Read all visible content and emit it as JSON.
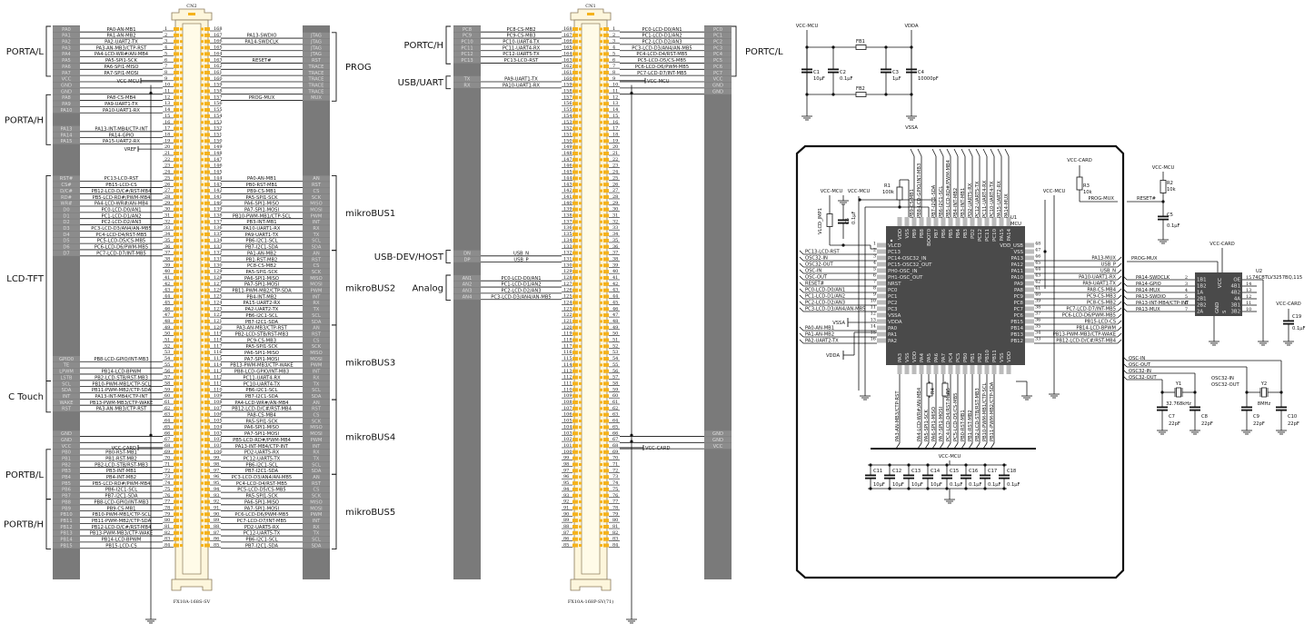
{
  "cn2": {
    "title": "CN2",
    "part": "FX10A-168S-SV",
    "left_headers": [
      "PA0",
      "PA1",
      "PA2",
      "PA3",
      "PA4",
      "PA5",
      "PA6",
      "PA7",
      "VCC",
      "GND",
      "GND",
      "PA8",
      "PA9",
      "PA10",
      "",
      "",
      "PA13",
      "PA14",
      "PA15",
      "",
      "",
      "",
      "",
      "",
      "RST#",
      "CS#",
      "D/C#",
      "RD#",
      "WR#",
      "D0",
      "D1",
      "D2",
      "D3",
      "D4",
      "D5",
      "D6",
      "D7",
      "",
      "",
      "",
      "",
      "",
      "",
      "",
      "",
      "",
      "",
      "",
      "",
      "",
      "",
      "",
      "",
      "GPIO0",
      "TE",
      "LPWM",
      "LSTB",
      "SCL",
      "SDA",
      "INT",
      "WAKE",
      "RST",
      "",
      "",
      "",
      "GND",
      "GND",
      "VCC",
      "PB0",
      "PB1",
      "PB2",
      "PB3",
      "PB4",
      "PB5",
      "PB6",
      "PB7",
      "PB8",
      "PB9",
      "PB10",
      "PB11",
      "PB12",
      "PB13",
      "PB14",
      "PB15"
    ],
    "left_signals": [
      "PA0-AN-MB1",
      "PA1-AN-MB2",
      "PA2-UART2-TX",
      "PA3-AN-MB3/CTP-RST",
      "PA4-LCD-WR#/AN-MB4",
      "PA5-SPI1-SCK",
      "PA6-SPI1-MISO",
      "PA7-SPI1-MOSI",
      "",
      "",
      "",
      "PA8-CS-MB4",
      "PA9-UART1-TX",
      "PA10-UART1-RX",
      "",
      "",
      "PA13-INT-MB4/CTP-INT",
      "PA14-GPIO",
      "PA15-UART2-RX",
      "",
      "",
      "",
      "",
      "",
      "PC13-LCD-RST",
      "PB15-LCD-CS",
      "PB12-LCD-D/C#/RST-MB4",
      "PB5-LCD-RD#/PWM-MB4",
      "PA4-LCD-WR#/AN-MB4",
      "PC0-LCD-D0/AN1",
      "PC1-LCD-D1/AN2",
      "PC2-LCD-D2/AN3",
      "PC3-LCD-D3/AN4/AN-MB5",
      "PC4-LCD-D4/RST-MB5",
      "PC5-LCD-D5/CS-MB5",
      "PC6-LCD-D6/PWM-MB5",
      "PC7-LCD-D7/INT-MB5",
      "",
      "",
      "",
      "",
      "",
      "",
      "",
      "",
      "",
      "",
      "",
      "",
      "",
      "",
      "",
      "",
      "PB8-LCD-GPIO/INT-MB3",
      "",
      "PB14-LCD-BPWM",
      "PB2-LCD-STB/RST-MB3",
      "PB10-PWM-MB1/CTP-SCL",
      "PB11-PWM-MB2/CTP-SDA",
      "PA13-INT-MB4/CTP-INT",
      "PB13-PWM-MB3/CTP-WAKE",
      "PA3-AN-MB3/CTP-RST",
      "",
      "",
      "",
      "",
      "",
      "",
      "PB0-RST-MB1",
      "PB1-RST-MB2",
      "PB2-LCD-STB/RST-MB3",
      "PB3-INT-MB1",
      "PB4-INT-MB2",
      "PB5-LCD-RD#/PWM-MB4",
      "PB6-I2C1-SCL",
      "PB7-I2C1-SDA",
      "PB8-LCD-GPIO/INT-MB3",
      "PB9-CS-MB1",
      "PB10-PWM-MB1/CTP-SCL",
      "PB11-PWM-MB2/CTP-SDA",
      "PB12-LCD-D/C#/RST-MB4",
      "PB13-PWM-MB3/CTP-WAKE",
      "PB14-LCD-BPWM",
      "PB15-LCD-CS"
    ],
    "right_headers": [
      "",
      "JTAG",
      "JTAG",
      "JTAG",
      "JTAG",
      "RST",
      "TRACE",
      "TRACE",
      "TRACE",
      "TRACE",
      "TRACE",
      "MUX",
      "",
      "",
      "",
      "",
      "",
      "",
      "",
      "",
      "",
      "",
      "",
      "",
      "AN",
      "RST",
      "CS",
      "SCK",
      "MISO",
      "MOSI",
      "PWM",
      "INT",
      "RX",
      "TX",
      "SCL",
      "SDA",
      "AN",
      "RST",
      "CS",
      "SCK",
      "MISO",
      "MOSI",
      "PWM",
      "INT",
      "RX",
      "TX",
      "SCL",
      "SDA",
      "AN",
      "RST",
      "CS",
      "SCK",
      "MISO",
      "MOSI",
      "PWM",
      "INT",
      "RX",
      "TX",
      "SCL",
      "SDA",
      "AN",
      "RST",
      "CS",
      "SCK",
      "MISO",
      "MOSI",
      "PWM",
      "INT",
      "RX",
      "TX",
      "SCL",
      "SDA",
      "AN",
      "RST",
      "CS",
      "SCK",
      "MISO",
      "MOSI",
      "PWM",
      "INT",
      "RX",
      "TX",
      "SCL",
      "SDA"
    ],
    "right_signals": [
      "",
      "PA13-SWDIO",
      "PA14-SWDCLK",
      "",
      "",
      "RESET#",
      "",
      "",
      "",
      "",
      "",
      "PROG-MUX",
      "",
      "",
      "",
      "",
      "",
      "",
      "",
      "",
      "",
      "",
      "",
      "",
      "PA0-AN-MB1",
      "PB0-RST-MB1",
      "PB9-CS-MB1",
      "PA5-SPI1-SCK",
      "PA6-SPI1-MISO",
      "PA7-SPI1-MOSI",
      "PB10-PWM-MB1/CTP-SCL",
      "PB3-INT-MB1",
      "PA10-UART1-RX",
      "PA9-UART1-TX",
      "PB6-I2C1-SCL",
      "PB7-I2C1-SDA",
      "PA1-AN-MB2",
      "PB1-RST-MB2",
      "PC8-CS-MB2",
      "PA5-SPI1-SCK",
      "PA6-SPI1-MISO",
      "PA7-SPI1-MOSI",
      "PB11-PWM-MB2/CTP-SDA",
      "PB4-INT-MB2",
      "PA15-UART2-RX",
      "PA2-UART2-TX",
      "PB6-I2C1-SCL",
      "PB7-I2C1-SDA",
      "PA3-AN-MB3/CTP-RST",
      "PB2-LCD-STB/RST-MB3",
      "PC9-CS-MB3",
      "PA5-SPI1-SCK",
      "PA6-SPI1-MISO",
      "PA7-SPI1-MOSI",
      "PB13-PWM-MB3/CTP-WAKE",
      "PB8-LCD-GPIO/INT-MB3",
      "PC11-UART4-RX",
      "PC10-UART4-TX",
      "PB6-I2C1-SCL",
      "PB7-I2C1-SDA",
      "PA4-LCD-WR#/AN-MB4",
      "PB12-LCD-D/C#/RST-MB4",
      "PA8-CS-MB4",
      "PA5-SPI1-SCK",
      "PA6-SPI1-MISO",
      "PA7-SPI1-MOSI",
      "PB5-LCD-RD#/PWM-MB4",
      "PA13-INT-MB4/CTP-INT",
      "PD2-UART5-RX",
      "PC12-UART5-TX",
      "PB6-I2C1-SCL",
      "PB7-I2C1-SDA",
      "PC3-LCD-D3/AN4/AN-MB5",
      "PC4-LCD-D4/RST-MB5",
      "PC5-LCD-D5/CS-MB5",
      "PA5-SPI1-SCK",
      "PA6-SPI1-MISO",
      "PA7-SPI1-MOSI",
      "PC6-LCD-D6/PWM-MB5",
      "PC7-LCD-D7/INT-MB5",
      "PD2-UART5-RX",
      "PC12-UART5-TX",
      "PB6-I2C1-SCL",
      "PB7-I2C1-SDA"
    ],
    "net_vcc_mcu": "VCC-MCU",
    "net_vref": "VREF",
    "net_vcc_card": "VCC-CARD",
    "groups_left": [
      {
        "label": "PORTA/L",
        "from": 1,
        "to": 8
      },
      {
        "label": "PORTA/H",
        "from": 12,
        "to": 19
      },
      {
        "label": "LCD-TFT",
        "from": 25,
        "to": 57
      },
      {
        "label": "C Touch",
        "from": 58,
        "to": 62
      },
      {
        "label": "PORTB/L",
        "from": 69,
        "to": 76
      },
      {
        "label": "PORTB/H",
        "from": 77,
        "to": 84
      }
    ],
    "groups_right": [
      {
        "label": "PROG",
        "from": 2,
        "to": 12
      },
      {
        "label": "mikroBUS1",
        "from": 25,
        "to": 36
      },
      {
        "label": "mikroBUS2",
        "from": 37,
        "to": 48
      },
      {
        "label": "mikroBUS3",
        "from": 49,
        "to": 60
      },
      {
        "label": "mikroBUS4",
        "from": 61,
        "to": 72
      },
      {
        "label": "mikroBUS5",
        "from": 73,
        "to": 84
      }
    ]
  },
  "cn1": {
    "title": "CN1",
    "part": "FX10A-168P-SV(71)",
    "left_headers": {
      "1": "PC8",
      "2": "PC9",
      "3": "PC10",
      "4": "PC11",
      "5": "PC12",
      "6": "PC13",
      "9": "TX",
      "10": "RX",
      "37": "DN",
      "38": "DP",
      "41": "AN1",
      "42": "AN2",
      "43": "AN3",
      "44": "AN4"
    },
    "left_signals": {
      "1": "PC8-CS-MB2",
      "2": "PC9-CS-MB3",
      "3": "PC10-UART4-TX",
      "4": "PC11-UART4-RX",
      "5": "PC12-UART5-TX",
      "6": "PC13-LCD-RST",
      "9": "PA9-UART1-TX",
      "10": "PA10-UART1-RX",
      "37": "USB_N",
      "38": "USB_P",
      "41": "PC0-LCD-D0/AN1",
      "42": "PC1-LCD-D1/AN2",
      "43": "PC2-LCD-D2/AN3",
      "44": "PC3-LCD-D3/AN4/AN-MB5"
    },
    "right_headers": {
      "1": "PC0",
      "2": "PC1",
      "3": "PC2",
      "4": "PC3",
      "5": "PC4",
      "6": "PC5",
      "7": "PC6",
      "8": "PC7",
      "9": "VCC",
      "10": "GND",
      "11": "GND",
      "66": "GND",
      "67": "GND",
      "68": "VCC"
    },
    "right_signals": {
      "1": "PC0-LCD-D0/AN1",
      "2": "PC1-LCD-D1/AN2",
      "3": "PC2-LCD-D2/AN3",
      "4": "PC3-LCD-D3/AN4/AN-MB5",
      "5": "PC4-LCD-D4/RST-MB5",
      "6": "PC5-LCD-D5/CS-MB5",
      "7": "PC6-LCD-D6/PWM-MB5",
      "8": "PC7-LCD-D7/INT-MB5"
    },
    "net_vcc_mcu": "VCC-MCU",
    "net_vcc_card": "VCC-CARD",
    "groups_left": [
      {
        "label": "PORTC/H",
        "from": 1,
        "to": 6
      },
      {
        "label": "USB/UART",
        "from": 9,
        "to": 10
      },
      {
        "label": "USB-DEV/HOST",
        "from": 37,
        "to": 38
      },
      {
        "label": "Analog",
        "from": 41,
        "to": 44
      }
    ],
    "groups_right": [
      {
        "label": "PORTC/L",
        "from": 1,
        "to": 8
      }
    ]
  },
  "power": {
    "vcc_mcu": "VCC-MCU",
    "vdda": "VDDA",
    "vssa": "VSSA",
    "fb1": "FB1",
    "fb2": "FB2",
    "caps": [
      {
        "name": "C1",
        "value": "10µF"
      },
      {
        "name": "C2",
        "value": "0.1µF"
      },
      {
        "name": "C3",
        "value": "1µF"
      },
      {
        "name": "C4",
        "value": "10000pF"
      }
    ]
  },
  "mcu": {
    "ref": "U1",
    "name": "MCU",
    "left_pins": [
      {
        "n": "1",
        "name": "VLCD",
        "net": ""
      },
      {
        "n": "2",
        "name": "PC13",
        "net": "PC13-LCD-RST"
      },
      {
        "n": "3",
        "name": "PC14-OSC32_IN",
        "net": "OSC32-IN"
      },
      {
        "n": "4",
        "name": "PC15-OSC32_OUT",
        "net": "OSC32-OUT"
      },
      {
        "n": "5",
        "name": "PH0-OSC_IN",
        "net": "OSC-IN"
      },
      {
        "n": "6",
        "name": "PH1-OSC_OUT",
        "net": "OSC-OUT"
      },
      {
        "n": "7",
        "name": "NRST",
        "net": "RESET#"
      },
      {
        "n": "8",
        "name": "PC0",
        "net": "PC0-LCD-D0/AN1"
      },
      {
        "n": "9",
        "name": "PC1",
        "net": "PC1-LCD-D1/AN2"
      },
      {
        "n": "10",
        "name": "PC2",
        "net": "PC2-LCD-D2/AN3"
      },
      {
        "n": "11",
        "name": "PC3",
        "net": "PC3-LCD-D3/AN4/AN-MB5"
      },
      {
        "n": "12",
        "name": "VSSA",
        "net": ""
      },
      {
        "n": "13",
        "name": "VDDA",
        "net": ""
      },
      {
        "n": "14",
        "name": "PA0",
        "net": "PA0-AN-MB1"
      },
      {
        "n": "15",
        "name": "PA1",
        "net": "PA1-AN-MB2"
      },
      {
        "n": "16",
        "name": "PA2",
        "net": "PA2-UART2-TX"
      }
    ],
    "right_pins": [
      {
        "n": "48",
        "name": "VDD_USB",
        "net": ""
      },
      {
        "n": "47",
        "name": "VSS",
        "net": ""
      },
      {
        "n": "46",
        "name": "PA13",
        "net": "PA13-MUX"
      },
      {
        "n": "45",
        "name": "PA12",
        "net": "USB_P"
      },
      {
        "n": "44",
        "name": "PA11",
        "net": "USB_N"
      },
      {
        "n": "43",
        "name": "PA10",
        "net": "PA10-UART1-RX"
      },
      {
        "n": "42",
        "name": "PA9",
        "net": "PA9-UART1-TX"
      },
      {
        "n": "41",
        "name": "PA8",
        "net": "PA8-CS-MB4"
      },
      {
        "n": "40",
        "name": "PC9",
        "net": "PC9-CS-MB3"
      },
      {
        "n": "39",
        "name": "PC8",
        "net": "PC8-CS-MB2"
      },
      {
        "n": "38",
        "name": "PC7",
        "net": "PC7-LCD-D7/INT-MB5"
      },
      {
        "n": "37",
        "name": "PC6",
        "net": "PC6-LCD-D6/PWM-MB5"
      },
      {
        "n": "36",
        "name": "PB15",
        "net": "PB15-LCD-CS"
      },
      {
        "n": "35",
        "name": "PB14",
        "net": "PB14-LCD-BPWM"
      },
      {
        "n": "34",
        "name": "PB13",
        "net": "PB13-PWM-MB3/CTP-WAKE"
      },
      {
        "n": "33",
        "name": "PB12",
        "net": "PB12-LCD-D/C#/RST-MB4"
      }
    ],
    "top_pins": [
      "VDD",
      "VSS",
      "PB9",
      "PB8",
      "BOOT0",
      "PB7",
      "PB6",
      "PB5",
      "PB4",
      "PB3",
      "PD2",
      "PC12",
      "PC11",
      "PC10",
      "PA15",
      "PA14"
    ],
    "top_nets": [
      "",
      "",
      "PB9-CS-MB1",
      "PB8-LCD-GPIO/INT-MB3",
      "",
      "PB7-I2C1-SDA",
      "PB6-I2C1-SCL",
      "PB5-LCD-RD#/PWM-MB4",
      "PB4-INT-MB2",
      "PB3-INT-MB1",
      "PD2-UART5-RX",
      "PC12-UART5-TX",
      "PC11-UART4-RX",
      "PC10-UART4-TX",
      "PA15-UART2-RX",
      "PA14-MUX"
    ],
    "bottom_pins": [
      "PA3",
      "VSS",
      "VDD",
      "PA4",
      "PA5",
      "PA6",
      "PA7",
      "PC4",
      "PC5",
      "PB0",
      "PB1",
      "PB2",
      "PB10",
      "PB11",
      "VSS",
      "VDD"
    ],
    "bottom_nets": [
      "PA3-AN-MB3/CTP-RST",
      "",
      "",
      "PA4-LCD-WR#/AN-MB4",
      "PA5-SPI1-SCK",
      "PA6-SPI1-MISO",
      "PA7-SPI1-MOSI",
      "PC4-LCD-D4/RST-MB5",
      "PC5-LCD-D5/CS-MB5",
      "PB0-RST-MB1",
      "PB1-RST-MB2",
      "PB2-LCD-STB/RST-MB3",
      "PB10-PWM-MB1/CTP-SCL",
      "PB11-PWM-MB2/CTP-SDA",
      "",
      ""
    ],
    "vcc_mcu": "VCC-MCU",
    "vssa": "VSSA",
    "vdda": "VDDA",
    "jmp": "VLCD_JMP1",
    "r1": {
      "name": "R1",
      "value": "100k"
    },
    "c6": {
      "name": "C6",
      "value": "0.1µF"
    },
    "r4": "R4",
    "r5": "R5"
  },
  "prog": {
    "vcc_card": "VCC-CARD",
    "vcc_mcu": "VCC-MCU",
    "r3": {
      "name": "R3",
      "value": "10k"
    },
    "r2": {
      "name": "R2",
      "value": "10k"
    },
    "c5": {
      "name": "C5",
      "value": "0.1µF"
    },
    "prog_mux": "PROG-MUX",
    "reset": "RESET#",
    "vcc_mcu2": "VCC-MCU"
  },
  "mux": {
    "ref": "U2",
    "part": "74CBTLV3257BQ,115",
    "vcc_card": "VCC-CARD",
    "prog_mux": "PROG-MUX",
    "left": [
      {
        "net": "PA14-SWDCLK",
        "n": "2",
        "pin": "1B1"
      },
      {
        "net": "PA14-GPIO",
        "n": "3",
        "pin": "1B2"
      },
      {
        "net": "PA14-MUX",
        "n": "4",
        "pin": "1A"
      },
      {
        "net": "PA13-SWDIO",
        "n": "5",
        "pin": "2B1"
      },
      {
        "net": "PA13-INT-MB4/CTP-INT",
        "n": "6",
        "pin": "2B2"
      },
      {
        "net": "PA13-MUX",
        "n": "7",
        "pin": "2A"
      }
    ],
    "right": [
      {
        "n": "15",
        "pin": "OE"
      },
      {
        "n": "14",
        "pin": "4B1"
      },
      {
        "n": "13",
        "pin": "4B2"
      },
      {
        "n": "12",
        "pin": "4A"
      },
      {
        "n": "11",
        "pin": "3B1"
      },
      {
        "n": "10",
        "pin": "3B2"
      }
    ],
    "misc_pins": [
      "VCC",
      "GND",
      "S"
    ],
    "c19": {
      "name": "C19",
      "value": "0.1µF"
    },
    "c19_net": "VCC-CARD"
  },
  "osc": {
    "nets": [
      "OSC-IN",
      "OSC-OUT",
      "OSC32-IN",
      "OSC32-OUT"
    ],
    "y1": {
      "name": "Y1",
      "value": "32.768kHz"
    },
    "y2": {
      "name": "Y2",
      "value": "8MHz"
    },
    "caps": [
      {
        "name": "C7",
        "value": "22pF"
      },
      {
        "name": "C8",
        "value": "22pF"
      },
      {
        "name": "C9",
        "value": "22pF"
      },
      {
        "name": "C10",
        "value": "22pF"
      }
    ],
    "note1": "OSC32-IN",
    "note2": "OSC32-OUT"
  },
  "decoupling": {
    "net": "VCC-MCU",
    "caps": [
      {
        "name": "C11",
        "value": "10µF"
      },
      {
        "name": "C12",
        "value": "10µF"
      },
      {
        "name": "C13",
        "value": "10µF"
      },
      {
        "name": "C14",
        "value": "10µF"
      },
      {
        "name": "C15",
        "value": "0.1µF"
      },
      {
        "name": "C16",
        "value": "0.1µF"
      },
      {
        "name": "C17",
        "value": "0.1µF"
      },
      {
        "name": "C18",
        "value": "0.1µF"
      }
    ]
  },
  "colors": {
    "header_fill": "#7a7a7a",
    "pad": "#f5b21b",
    "connector_body": "#fdf6dc",
    "connector_outline": "#8a7a5a",
    "ic_fill": "#4a4a4a"
  }
}
